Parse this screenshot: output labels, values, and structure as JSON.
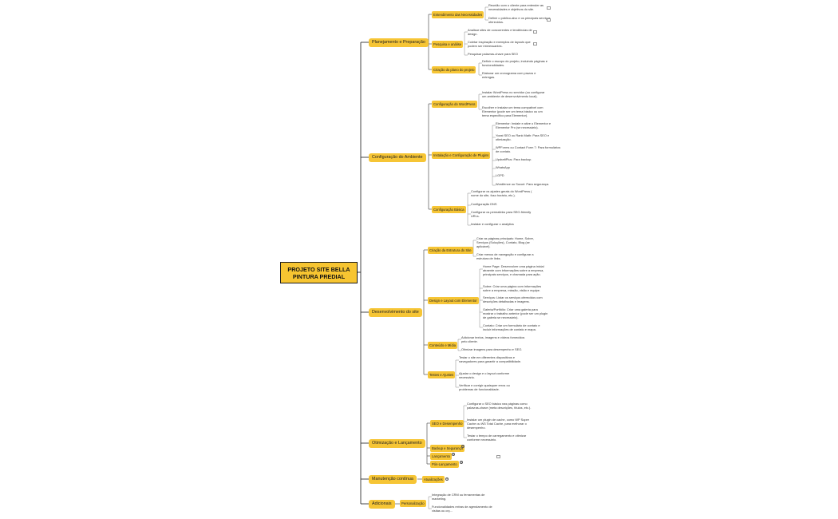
{
  "root": "PROJETO SITE BELLA PINTURA PREDIAL",
  "branches": [
    {
      "label": "Planejamento e Preparação",
      "children": [
        {
          "label": "Entendimento das Necessidades",
          "items": [
            "Reunião com o cliente para entender as necessidades e objetivos do site.",
            "Definir o público-alvo e os principais serviços oferecidos."
          ]
        },
        {
          "label": "Pesquisa e análise",
          "items": [
            "Analisar sites de concorrentes e tendências de design.",
            "Coletar inspiração e exemplos de layouts que podem ser interessantes.",
            "Pesquisar palavras-chave para SEO"
          ]
        },
        {
          "label": "Criação do plano do projeto",
          "items": [
            "Definir o escopo do projeto, incluindo páginas e funcionalidades.",
            "Elaborar um cronograma com prazos e entregas."
          ]
        }
      ]
    },
    {
      "label": "Configuração do Ambiente",
      "children": [
        {
          "label": "Configuração do WordPress",
          "items": [
            "Instalar WordPress no servidor (ou configurar um ambiente de desenvolvimento local).",
            "Escolher e instalar um tema compatível com Elementor (pode ser um tema básico ou um tema específico para Elementor)."
          ]
        },
        {
          "label": "Instalação e Configuração de Plugins",
          "items": [
            "Elementor: Instale e ative o Elementor e Elementor Pro (se necessário).",
            "Yoast SEO ou Rank Math: Para SEO e otimização.",
            "WPForms ou Contact Form 7: Para formulários de contato.",
            "UpdraftPlus: Para backup.",
            "WhatsApp",
            "LGPD",
            "Wordfence ou Sucuri: Para segurança."
          ]
        },
        {
          "label": "Configuração Básica",
          "items": [
            "Configurar os ajustes gerais do WordPress ( nome do site, fuso horário, etc.).",
            "Configuração DNS",
            "Configurar os permalinks para SEO-friendly URLs.",
            "Instalar e configurar o analytics"
          ]
        }
      ]
    },
    {
      "label": "Desenvolvimento do site",
      "children": [
        {
          "label": "Criação da Estrutura do Site",
          "items": [
            "Criar as páginas principais: Home, Sobre, Serviços (Soluções), Contato, Blog (se aplicável).",
            "Criar menus de navegação e configurar a estrutura de links."
          ]
        },
        {
          "label": "Design e Layout com Elementor",
          "items": [
            "Home Page: Desenvolver uma página inicial atraente com informações sobre a empresa, principais serviços, e chamada para ação.",
            "Sobre: Criar uma página com informações sobre a empresa, missão, visão e equipe.",
            "Serviços: Listar os serviços oferecidos com descrições detalhadas e imagens.",
            "Galeria/Portfólio: Criar uma galeria para mostrar o trabalho anterior (pode ser um plugin de galeria se necessário).",
            "Contato: Criar um formulário de contato e incluir informações de contato e mapa."
          ]
        },
        {
          "label": "Conteúdo e Mídia",
          "items": [
            "Adicionar textos, imagens e vídeos fornecidos pelo cliente.",
            "Otimizar imagens para desempenho e SEO."
          ]
        },
        {
          "label": "Testes e Ajustes",
          "items": [
            "Testar o site em diferentes dispositivos e navegadores para garantir a compatibilidade.",
            "Ajustar o design e o layout conforme necessário.",
            "Verificar e corrigir quaisquer erros ou problemas de funcionalidade."
          ]
        }
      ]
    },
    {
      "label": "Otimização e Lançamento",
      "children": [
        {
          "label": "SEO e Desempenho",
          "items": [
            "Configurar o SEO básico nas páginas como palavras-chave (meta descrições, títulos, etc.).",
            "Instalar um plugin de cache, como WP Super Cache ou W3 Total Cache, para melhorar o desempenho.",
            "Testar o tempo de carregamento e otimizar conforme necessário."
          ]
        },
        {
          "label": "Backup e Segurança",
          "items": []
        },
        {
          "label": "Lançamento",
          "items": []
        },
        {
          "label": "Pós-Lançamento",
          "items": []
        }
      ]
    },
    {
      "label": "Manutenção contínua",
      "children": [
        {
          "label": "Atualizações",
          "items": []
        }
      ]
    },
    {
      "label": "Adicionais",
      "children": [
        {
          "label": "Personalização",
          "items": [
            "Integração de CRM ou ferramentas de marketing.",
            "Funcionalidades extras de agendamento de visitas ou orç..."
          ]
        }
      ]
    }
  ]
}
